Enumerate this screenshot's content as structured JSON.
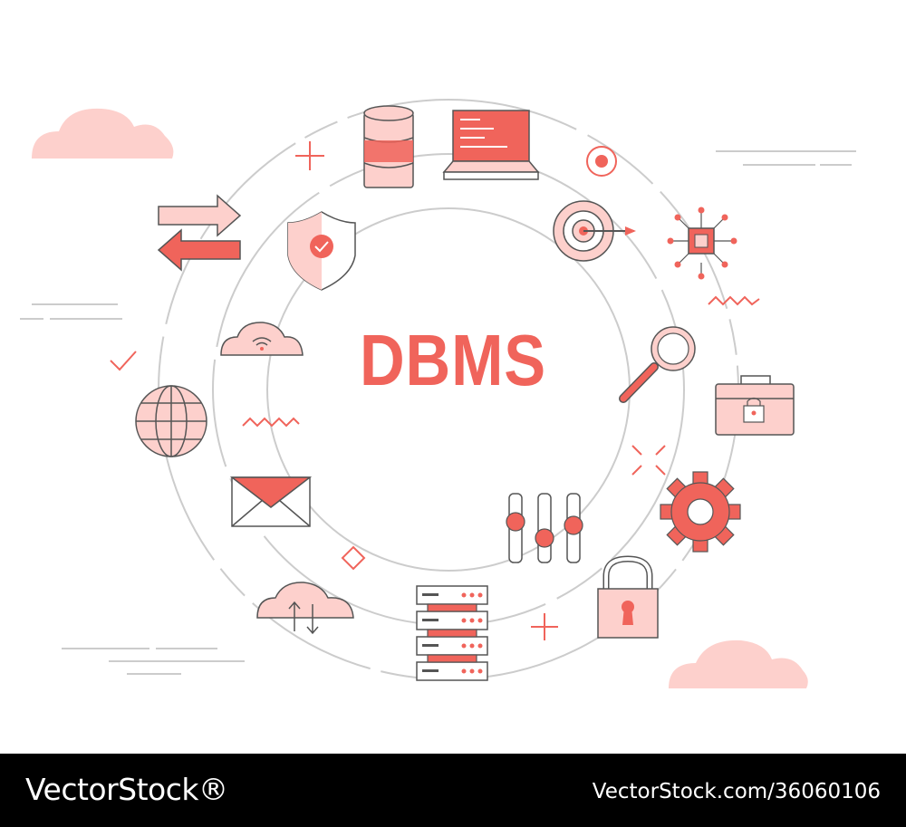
{
  "title": {
    "text": "DBMS",
    "color": "#f0645b"
  },
  "palette": {
    "accent": "#f0645b",
    "light": "#fdd0cc",
    "outline": "#555555",
    "ring": "#cccccc"
  },
  "icons": [
    "database-icon",
    "laptop-code-icon",
    "target-dot-icon",
    "target-arrow-icon",
    "chip-icon",
    "shield-check-icon",
    "transfer-arrows-icon",
    "cloud-wifi-icon",
    "globe-icon",
    "magnifier-icon",
    "briefcase-lock-icon",
    "email-icon",
    "gear-icon",
    "sliders-icon",
    "padlock-icon",
    "cloud-sync-icon",
    "server-rack-icon"
  ],
  "footer": {
    "brand": "VectorStock®",
    "stock_url": "VectorStock.com/36060106"
  }
}
